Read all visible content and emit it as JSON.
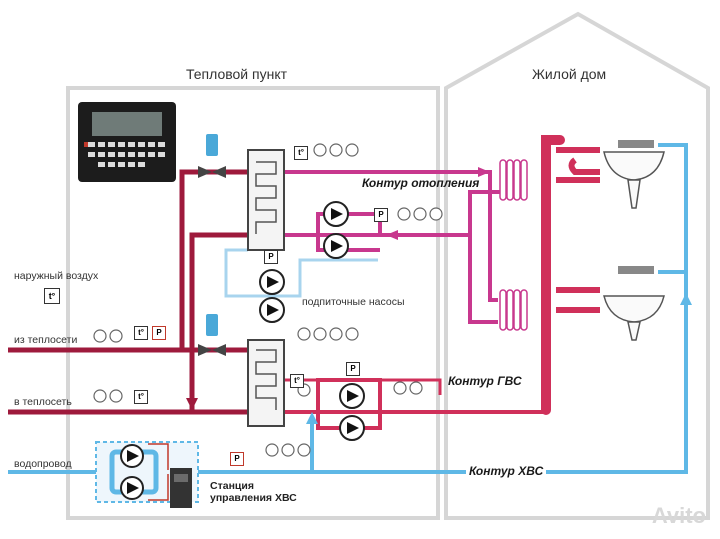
{
  "sections": {
    "heat_point": "Тепловой пункт",
    "house": "Жилой дом"
  },
  "labels": {
    "outdoor_air": "наружный воздух",
    "from_network": "из теплосети",
    "to_network": "в теплосеть",
    "water_supply": "водопровод",
    "makeup_pumps": "подпиточные насосы",
    "station": "Станция\nуправления ХВС"
  },
  "circuits": {
    "heating": "Контур отопления",
    "dhw": "Контур ГВС",
    "cold_water": "Контур ХВС"
  },
  "sensor_symbols": {
    "pressure": "P",
    "temperature": "t°"
  },
  "watermark": "Avito",
  "colors": {
    "supply": "#9e1a3c",
    "return": "#b8264a",
    "heating_circuit": "#c8388e",
    "dhw": "#d0305a",
    "cold_water": "#5fb8e6",
    "makeup": "#a8d4ee"
  }
}
